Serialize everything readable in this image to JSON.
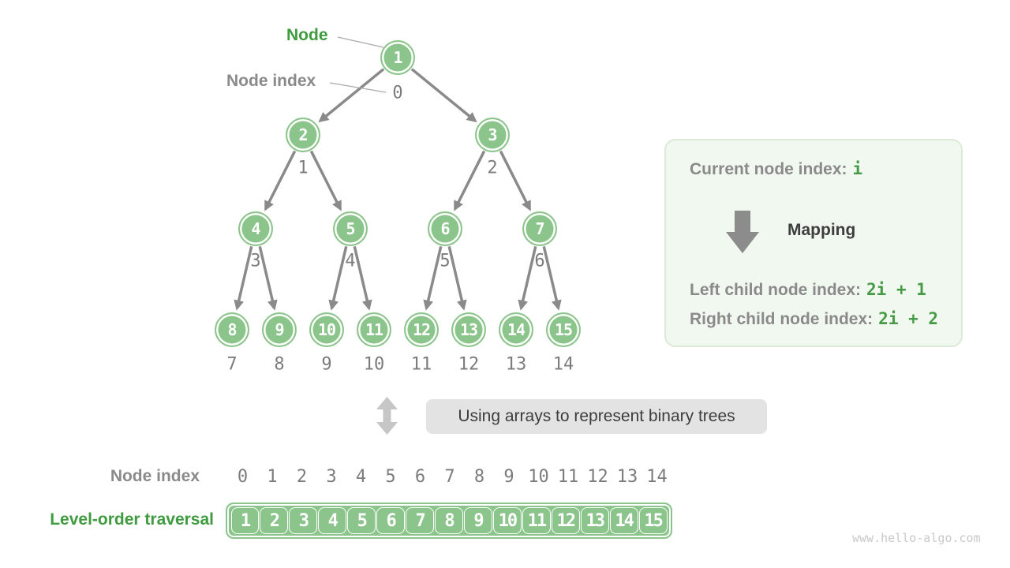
{
  "tree_labels": {
    "node": "Node",
    "node_index": "Node index"
  },
  "tree": {
    "values": [
      "1",
      "2",
      "3",
      "4",
      "5",
      "6",
      "7",
      "8",
      "9",
      "10",
      "11",
      "12",
      "13",
      "14",
      "15"
    ],
    "indices": [
      "0",
      "1",
      "2",
      "3",
      "4",
      "5",
      "6",
      "7",
      "8",
      "9",
      "10",
      "11",
      "12",
      "13",
      "14"
    ]
  },
  "panel": {
    "current_label": "Current node index:",
    "current_code": "i",
    "mapping_label": "Mapping",
    "left_label": "Left child node index:",
    "left_code": "2i + 1",
    "right_label": "Right child node index:",
    "right_code": "2i + 2"
  },
  "divider": {
    "label": "Using arrays to represent binary trees"
  },
  "bottom": {
    "index_label": "Node index",
    "indices": [
      "0",
      "1",
      "2",
      "3",
      "4",
      "5",
      "6",
      "7",
      "8",
      "9",
      "10",
      "11",
      "12",
      "13",
      "14"
    ],
    "traversal_label": "Level-order traversal",
    "values": [
      "1",
      "2",
      "3",
      "4",
      "5",
      "6",
      "7",
      "8",
      "9",
      "10",
      "11",
      "12",
      "13",
      "14",
      "15"
    ]
  },
  "watermark": "www.hello-algo.com",
  "colors": {
    "node_green": "#8cc58c",
    "green_text": "#3f9b3f",
    "code_green": "#459a45",
    "gray_text": "#8a8a8a",
    "arrow_gray": "#8a8a8a",
    "leader_gray": "#aaaaaa",
    "panel_bg": "#f1f8f0",
    "panel_border": "#dcead7",
    "divider_bg": "#e3e3e3"
  }
}
